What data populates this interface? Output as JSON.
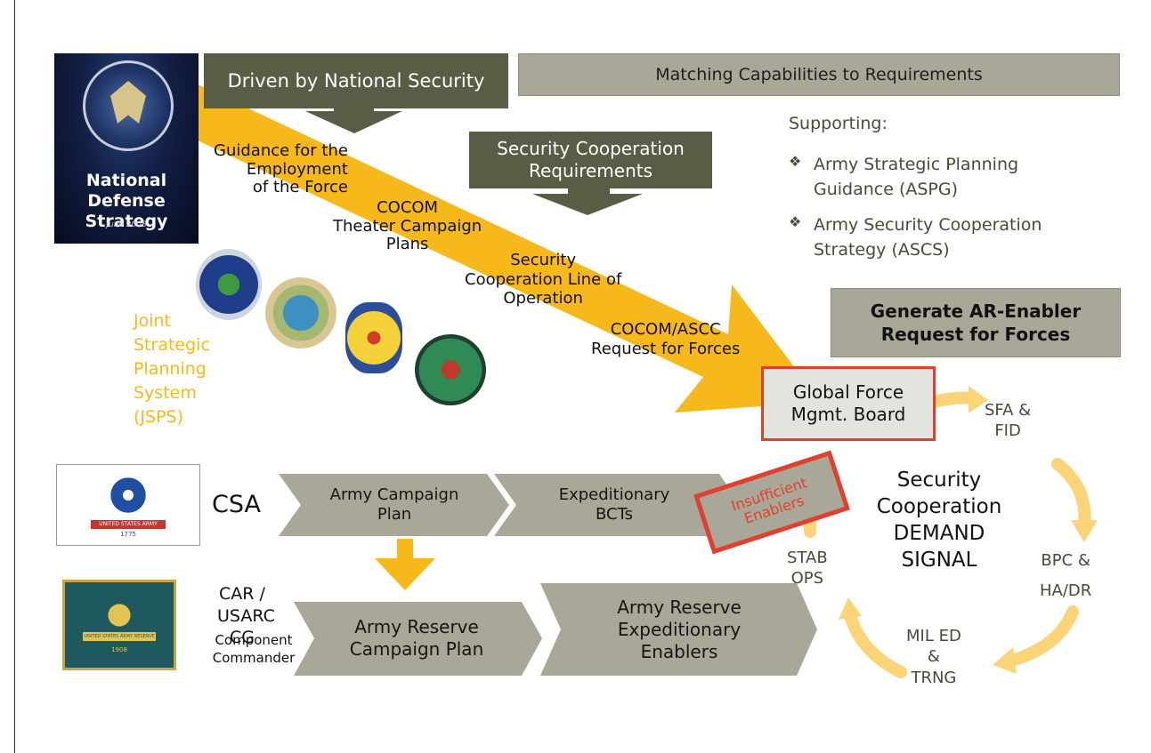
{
  "colors": {
    "dark_box": "#5a5d45",
    "tan_box": "#a9a797",
    "gray_box": "#e4e4de",
    "red": "#e0402d",
    "yellow": "#f6b81b",
    "light_yellow": "#fbd477",
    "olive_text": "#4a4a38"
  },
  "cover": {
    "title": "National Defense\nStrategy",
    "date": "June 2008"
  },
  "top_boxes": {
    "driven": "Driven by National Security",
    "matching": "Matching Capabilities to Requirements",
    "sec_coop_req": "Security Cooperation\nRequirements"
  },
  "supporting": {
    "heading": "Supporting:",
    "items": [
      "Army Strategic Planning\nGuidance (ASPG)",
      "Army Security Cooperation\nStrategy (ASCS)"
    ],
    "bullet": "❖"
  },
  "arrow_labels": {
    "gef": "Guidance for the\nEmployment\nof the Force",
    "cocom": "COCOM\nTheater Campaign\nPlans",
    "sec_line": "Security\nCooperation Line of\nOperation",
    "rff": "COCOM/ASCC\nRequest for Forces"
  },
  "jsps": "Joint\nStrategic\nPlanning\nSystem\n(JSPS)",
  "generate": "Generate AR-Enabler\nRequest for Forces",
  "gfmb": "Global Force\nMgmt. Board",
  "cycle": {
    "center": "Security\nCooperation\nDEMAND\nSIGNAL",
    "sfa": "SFA &\nFID",
    "bpc": "BPC &\nHA/DR",
    "mil": "MIL ED\n&\nTRNG",
    "stab": "STAB\nOPS"
  },
  "csa": "CSA",
  "army_row": {
    "campaign": "Army Campaign\nPlan",
    "bcts": "Expeditionary\nBCTs",
    "insufficient": "Insufficient\nEnablers"
  },
  "car": {
    "title": "CAR /\nUSARC CG",
    "sub": "Component\nCommander"
  },
  "reserve_row": {
    "campaign": "Army Reserve\nCampaign Plan",
    "enablers": "Army Reserve\nExpeditionary\nEnablers"
  },
  "flags": {
    "army_banner": "UNITED STATES ARMY",
    "army_year": "1775",
    "reserve_banner": "UNITED STATES ARMY RESERVE",
    "reserve_year": "1908"
  }
}
